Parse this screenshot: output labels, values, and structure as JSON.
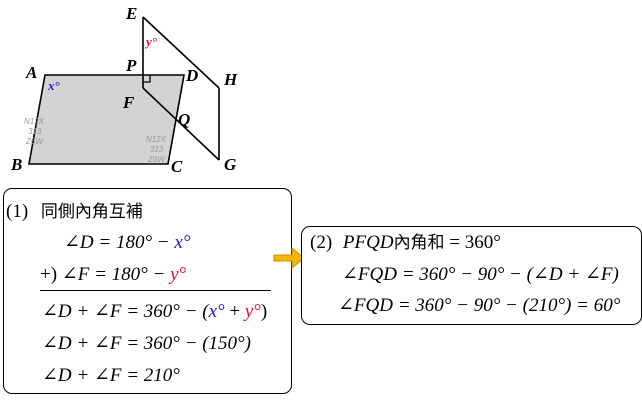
{
  "figure": {
    "points": {
      "A": "A",
      "B": "B",
      "C": "C",
      "D": "D",
      "E": "E",
      "F": "F",
      "G": "G",
      "H": "H",
      "P": "P",
      "Q": "Q"
    },
    "angle_x": "x°",
    "angle_y": "y°",
    "watermark": [
      "N12X",
      "313",
      "Z6W"
    ],
    "fill_color": "#d3d3d3",
    "line_color": "#000000",
    "x_color": "#1a1ad6",
    "y_color": "#e0102a"
  },
  "step1": {
    "label": "(1)",
    "title": "同側內角互補",
    "eq1": {
      "lhs": "∠D = 180° − ",
      "var": "x°"
    },
    "eq2": {
      "prefix": "+) ",
      "lhs": "∠F = 180° − ",
      "var": "y°"
    },
    "eq3": {
      "lhs": "∠D + ∠F = 360° − (",
      "var_x": "x°",
      "plus": " + ",
      "var_y": "y°",
      "close": ")"
    },
    "eq4": "∠D + ∠F = 360° − (150°)",
    "eq5": "∠D + ∠F = 210°"
  },
  "step2": {
    "label": "(2)",
    "title_var": "PFQD",
    "title_text": "內角和",
    "title_value": " = 360°",
    "eq1": "∠FQD = 360° − 90° − (∠D + ∠F)",
    "eq2": "∠FQD = 360° − 90° − (210°) = 60°"
  },
  "arrow_color": "#f5b800"
}
